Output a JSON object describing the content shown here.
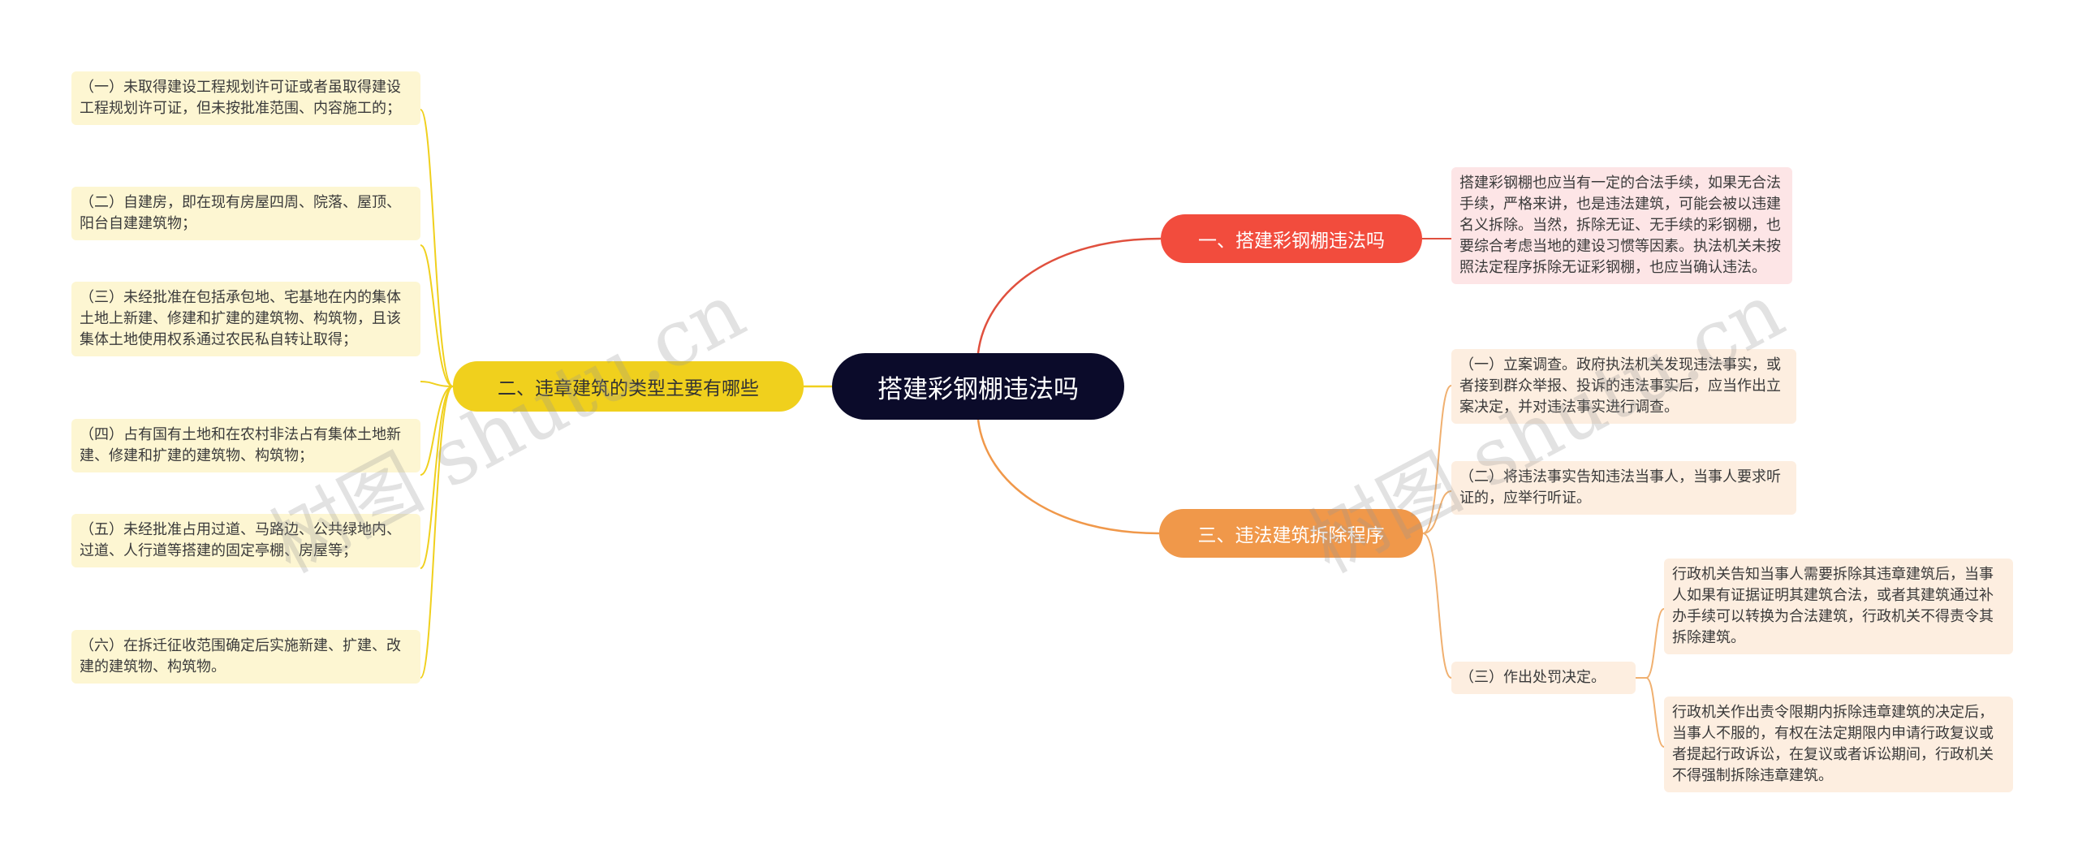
{
  "root": "搭建彩钢棚违法吗",
  "branches": {
    "b1": "一、搭建彩钢棚违法吗",
    "b2": "二、违章建筑的类型主要有哪些",
    "b3": "三、违法建筑拆除程序"
  },
  "b1_leaf": "搭建彩钢棚也应当有一定的合法手续，如果无合法手续，严格来讲，也是违法建筑，可能会被以违建名义拆除。当然，拆除无证、无手续的彩钢棚，也要综合考虑当地的建设习惯等因素。执法机关未按照法定程序拆除无证彩钢棚，也应当确认违法。",
  "b2_leaves": [
    "（一）未取得建设工程规划许可证或者虽取得建设工程规划许可证，但未按批准范围、内容施工的；",
    "（二）自建房，即在现有房屋四周、院落、屋顶、阳台自建建筑物；",
    "（三）未经批准在包括承包地、宅基地在内的集体土地上新建、修建和扩建的建筑物、构筑物，且该集体土地使用权系通过农民私自转让取得；",
    "（四）占有国有土地和在农村非法占有集体土地新建、修建和扩建的建筑物、构筑物；",
    "（五）未经批准占用过道、马路边、公共绿地内、过道、人行道等搭建的固定亭棚、房屋等；",
    "（六）在拆迁征收范围确定后实施新建、扩建、改建的建筑物、构筑物。"
  ],
  "b3_leaves": [
    "（一）立案调查。政府执法机关发现违法事实，或者接到群众举报、投诉的违法事实后，应当作出立案决定，并对违法事实进行调查。",
    "（二）将违法事实告知违法当事人，当事人要求听证的，应举行听证。",
    "（三）作出处罚决定。"
  ],
  "b3_sub": [
    "行政机关告知当事人需要拆除其违章建筑后，当事人如果有证据证明其建筑合法，或者其建筑通过补办手续可以转换为合法建筑，行政机关不得责令其拆除建筑。",
    "行政机关作出责令限期内拆除违章建筑的决定后，当事人不服的，有权在法定期限内申请行政复议或者提起行政诉讼，在复议或者诉讼期间，行政机关不得强制拆除违章建筑。"
  ],
  "watermark": [
    "树图 shutu.cn",
    "树图 shutu.cn"
  ],
  "colors": {
    "root": "#0b0b2a",
    "b1": "#f24c3d",
    "b2": "#f0d01d",
    "b3": "#f0984a"
  }
}
